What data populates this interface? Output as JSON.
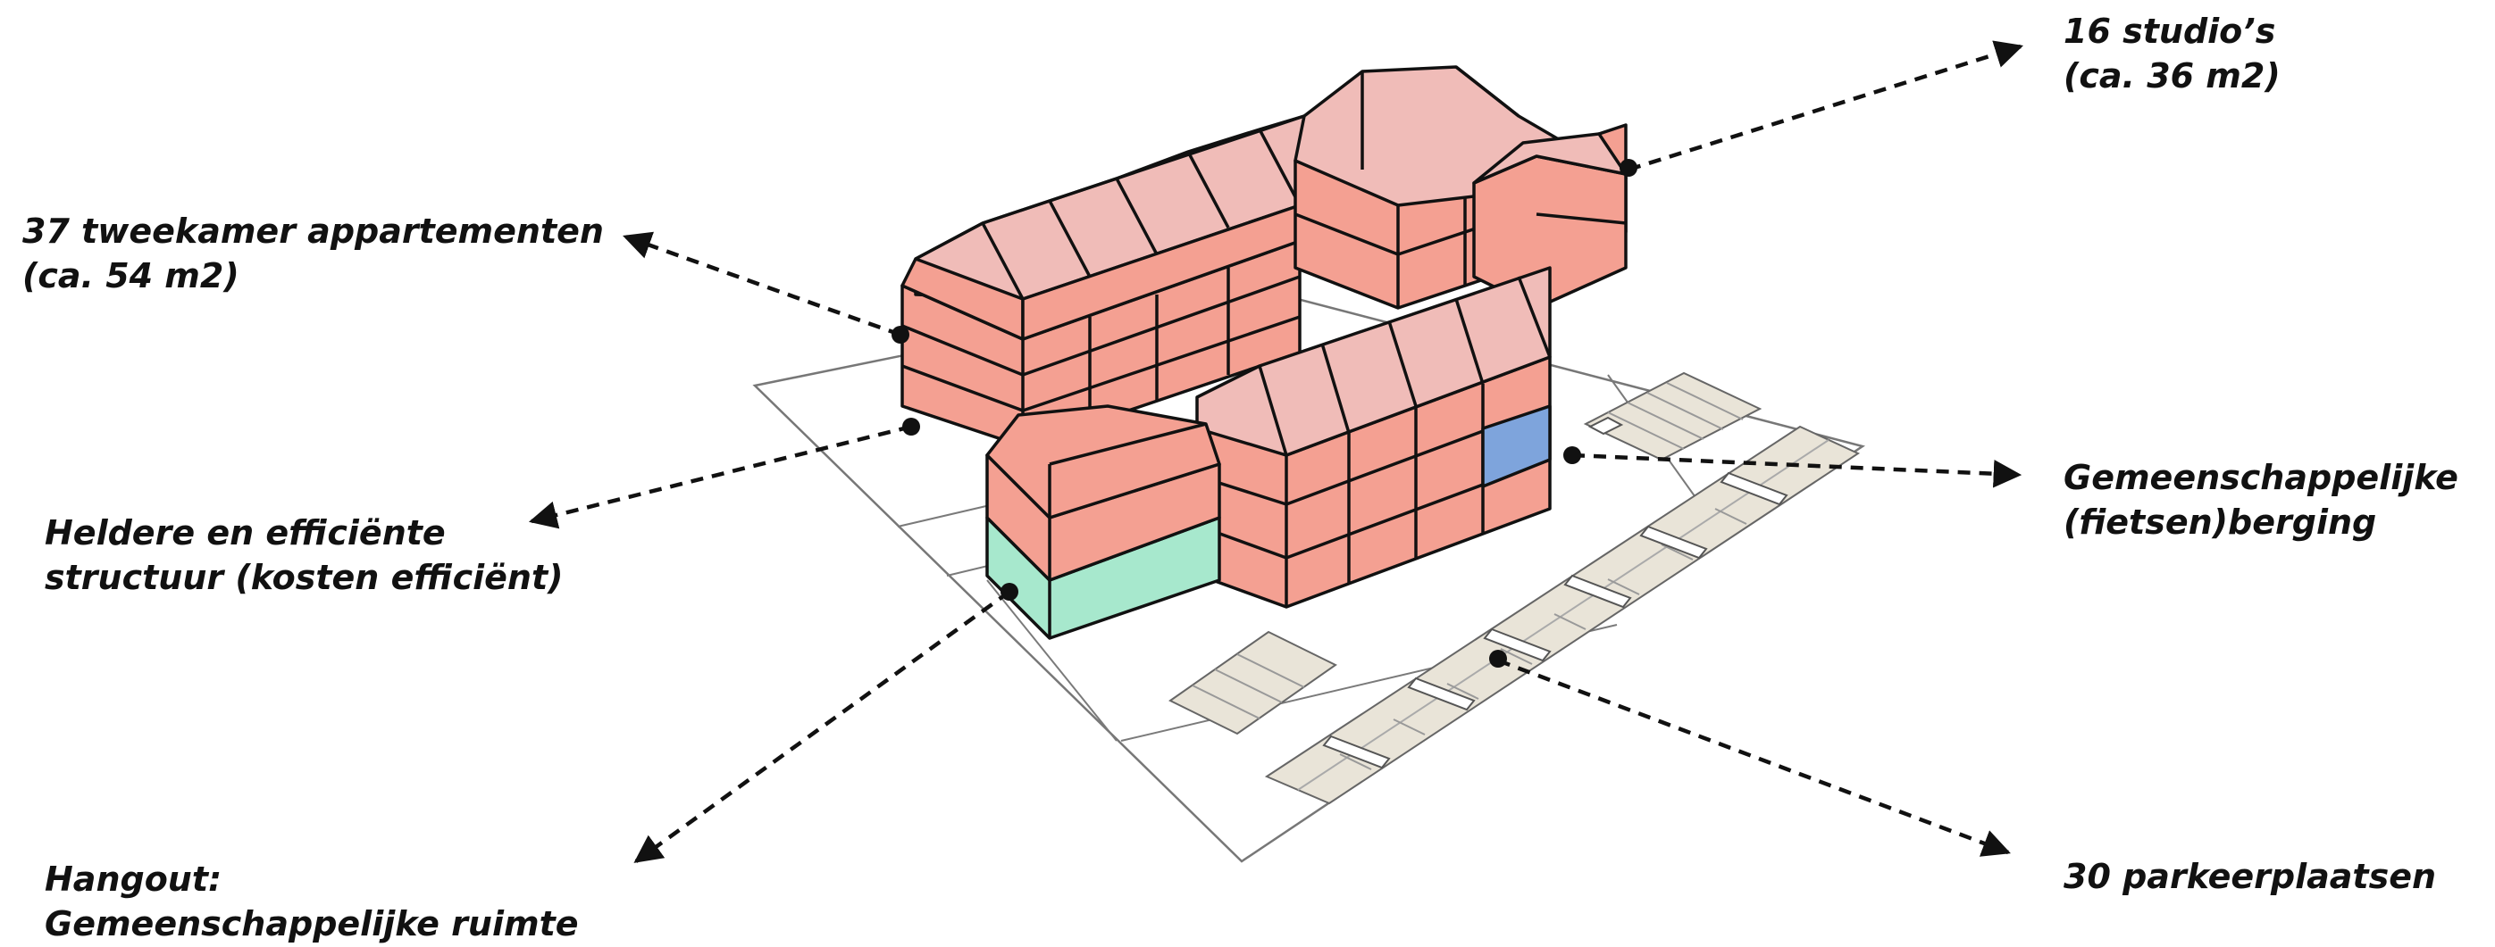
{
  "colors": {
    "apartment_wall": "#f4a092",
    "apartment_roof": "#f0bcb8",
    "hangout": "#a7e8cd",
    "bike_storage": "#7ea4dc",
    "parking": "#e9e4d8",
    "outline": "#111111"
  },
  "annotations": [
    {
      "id": "studios",
      "lines": [
        "16 studio’s",
        "(ca. 36 m2)"
      ]
    },
    {
      "id": "apartments",
      "lines": [
        "37 tweekamer appartementen",
        "(ca. 54 m2)"
      ]
    },
    {
      "id": "structure",
      "lines": [
        "Heldere en efficiënte",
        "structuur (kosten efficiënt)"
      ]
    },
    {
      "id": "bike-storage",
      "lines": [
        "Gemeenschappelijke",
        "(fietsen)berging"
      ]
    },
    {
      "id": "hangout",
      "lines": [
        "Hangout:",
        "Gemeenschappelijke ruimte"
      ]
    },
    {
      "id": "parking",
      "lines": [
        "30 parkeerplaatsen"
      ]
    }
  ]
}
